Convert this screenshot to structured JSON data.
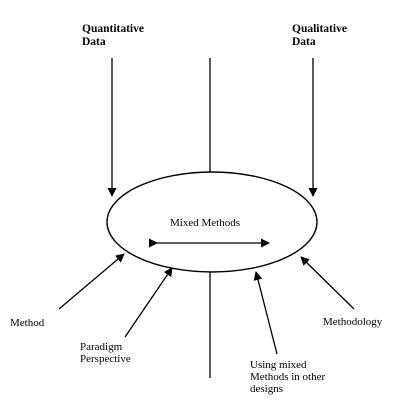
{
  "diagram": {
    "center_label": "Mixed Methods",
    "quantitative": {
      "line1": "Quantitative",
      "line2": "Data"
    },
    "qualitative": {
      "line1": "Qualitative",
      "line2": "Data"
    },
    "method": "Method",
    "paradigm": {
      "line1": "Paradigm",
      "line2": "Perspective"
    },
    "using_mixed": {
      "line1": "Using mixed",
      "line2": "Methods in other",
      "line3": "designs"
    },
    "methodology": "Methodology"
  }
}
